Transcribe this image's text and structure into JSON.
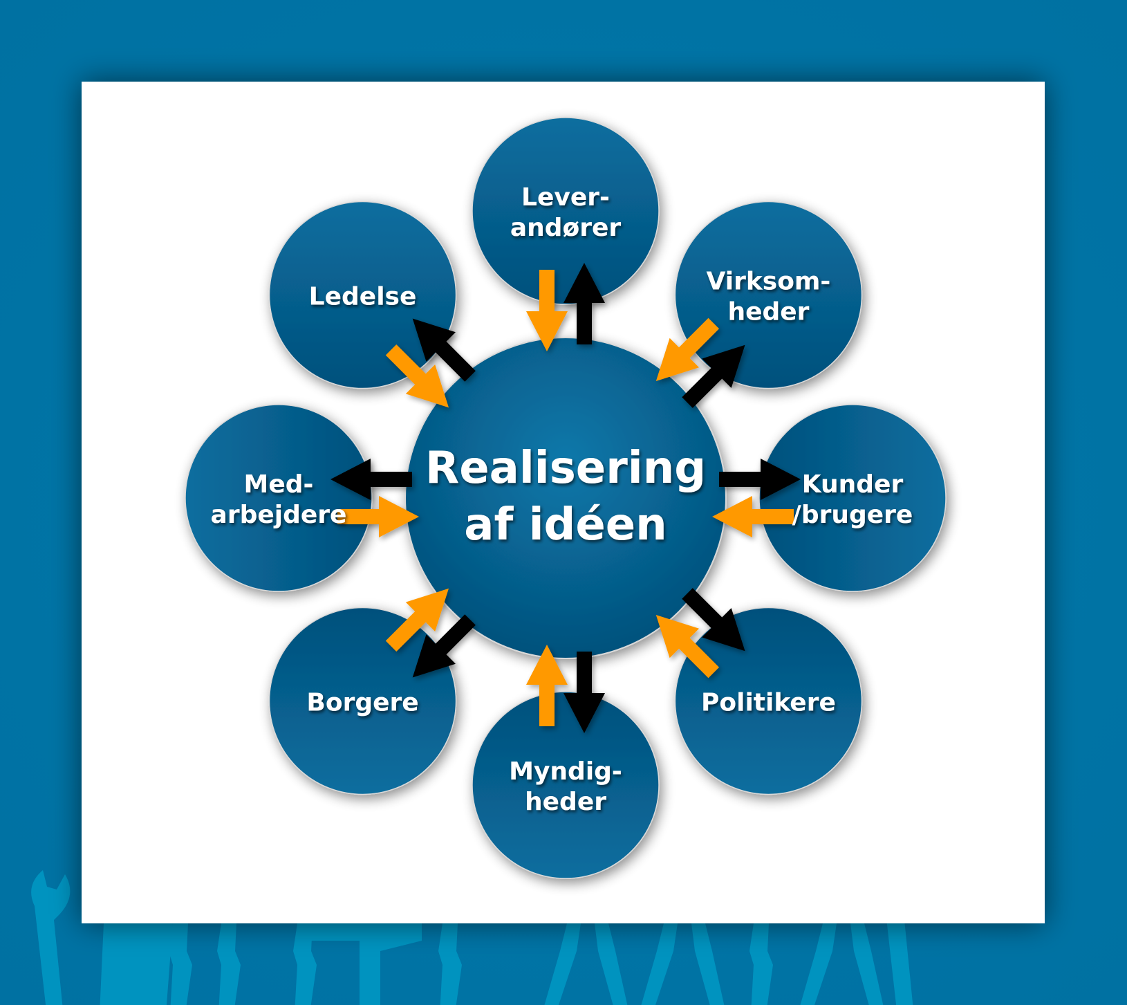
{
  "colors": {
    "background": "#0074a5",
    "background_tools": "#0093bf",
    "panel": "#ffffff",
    "circle_light": "#0a6fa0",
    "circle_dark": "#04517d",
    "arrow_in": "#ff9900",
    "arrow_out": "#000000",
    "text": "#ffffff"
  },
  "center": {
    "lines": [
      "Realisering",
      "af idéen"
    ]
  },
  "stakeholders": [
    {
      "id": "leverandorer",
      "lines": [
        "Lever-",
        "andører"
      ],
      "icon_in": "arrow-in-icon",
      "icon_out": "arrow-out-icon"
    },
    {
      "id": "virksomheder",
      "lines": [
        "Virksom-",
        "heder"
      ],
      "icon_in": "arrow-in-icon",
      "icon_out": "arrow-out-icon"
    },
    {
      "id": "kunder",
      "lines": [
        "Kunder",
        "/brugere"
      ],
      "icon_in": "arrow-in-icon",
      "icon_out": "arrow-out-icon"
    },
    {
      "id": "politikere",
      "lines": [
        "Politikere"
      ],
      "icon_in": "arrow-in-icon",
      "icon_out": "arrow-out-icon"
    },
    {
      "id": "myndigheder",
      "lines": [
        "Myndig-",
        "heder"
      ],
      "icon_in": "arrow-in-icon",
      "icon_out": "arrow-out-icon"
    },
    {
      "id": "borgere",
      "lines": [
        "Borgere"
      ],
      "icon_in": "arrow-in-icon",
      "icon_out": "arrow-out-icon"
    },
    {
      "id": "medarbejdere",
      "lines": [
        "Med-",
        "arbejdere"
      ],
      "icon_in": "arrow-in-icon",
      "icon_out": "arrow-out-icon"
    },
    {
      "id": "ledelse",
      "lines": [
        "Ledelse"
      ],
      "icon_in": "arrow-in-icon",
      "icon_out": "arrow-out-icon"
    }
  ],
  "decor": {
    "tools": [
      "wrench-icon",
      "saw-icon",
      "screwdriver-icon",
      "chisel-icon",
      "screwdriver-icon",
      "hammer-icon",
      "file-icon",
      "pliers-icon",
      "pliers-icon",
      "screwdriver-icon",
      "pliers-icon",
      "wrench-icon"
    ]
  }
}
